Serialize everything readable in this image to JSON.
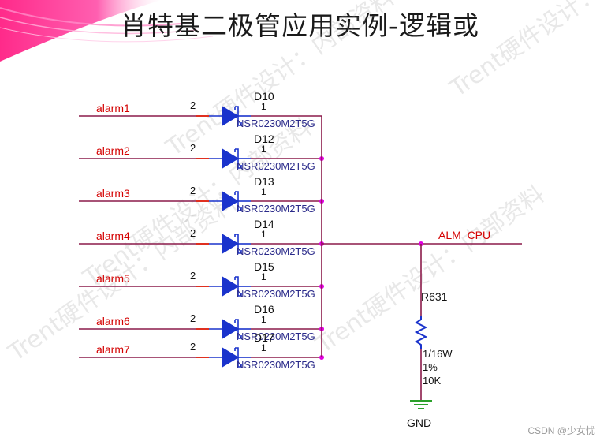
{
  "slide": {
    "title": "肖特基二极管应用实例-逻辑或",
    "credit": "CSDN @少女忧"
  },
  "watermark": {
    "text": "Trent硬件设计：内部资料"
  },
  "colors": {
    "wire": "#8b1a4a",
    "pin": "#e03020",
    "diode": "#1a33cc",
    "label_red": "#d40000",
    "junction": "#e000e0",
    "gnd": "#2aa02a"
  },
  "schematic": {
    "pin_cathode": "1",
    "pin_anode": "2",
    "rows": [
      {
        "input": "alarm1",
        "ref": "D10",
        "part": "NSR0230M2T5G"
      },
      {
        "input": "alarm2",
        "ref": "D12",
        "part": "NSR0230M2T5G"
      },
      {
        "input": "alarm3",
        "ref": "D13",
        "part": "NSR0230M2T5G"
      },
      {
        "input": "alarm4",
        "ref": "D14",
        "part": "NSR0230M2T5G"
      },
      {
        "input": "alarm5",
        "ref": "D15",
        "part": "NSR0230M2T5G"
      },
      {
        "input": "alarm6",
        "ref": "D16",
        "part": "NSR0230M2T5G"
      },
      {
        "input": "alarm7",
        "ref": "D17",
        "part": "NSR0230M2T5G"
      }
    ],
    "output_net": "ALM_CPU",
    "resistor": {
      "ref": "R631",
      "power": "1/16W",
      "tolerance": "1%",
      "value": "10K"
    },
    "ground": "GND"
  }
}
